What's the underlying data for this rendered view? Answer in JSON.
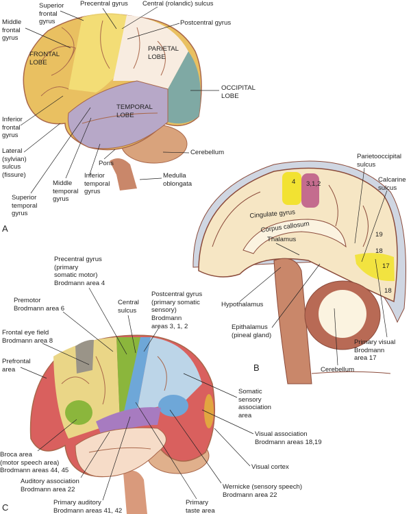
{
  "panel_a": {
    "letter": "A",
    "labels": {
      "superior_frontal_gyrus": "Superior\nfrontal\ngyrus",
      "precentral_gyrus": "Precentral gyrus",
      "central_sulcus": "Central (rolandic) sulcus",
      "middle_frontal_gyrus": "Middle\nfrontal\ngyrus",
      "postcentral_gyrus": "Postcentral gyrus",
      "frontal_lobe": "FRONTAL\nLOBE",
      "parietal_lobe": "PARIETAL\nLOBE",
      "occipital_lobe": "OCCIPITAL\nLOBE",
      "temporal_lobe": "TEMPORAL\nLOBE",
      "inferior_frontal_gyrus": "Inferior\nfrontal\ngyrus",
      "lateral_sulcus": "Lateral\n(sylvian)\nsulcus\n(fissure)",
      "cerebellum": "Cerebellum",
      "pons": "Pons",
      "medulla": "Medulla\noblongata",
      "inferior_temporal_gyrus": "Inferior\ntemporal\ngyrus",
      "middle_temporal_gyrus": "Middle\ntemporal\ngyrus",
      "superior_temporal_gyrus": "Superior\ntemporal\ngyrus"
    }
  },
  "panel_b": {
    "letter": "B",
    "labels": {
      "parietooccipital_sulcus": "Parietooccipital\nsulcus",
      "calcarine_sulcus": "Calcarine\nsulcus",
      "area_4": "4",
      "area_312": "3,1,2",
      "cingulate_gyrus": "Cingulate gyrus",
      "corpus_callosum": "Corpus callosum",
      "thalamus": "Thalamus",
      "area_19": "19",
      "area_18_upper": "18",
      "area_17": "17",
      "area_18_lower": "18",
      "hypothalamus": "Hypothalamus",
      "epithalamus": "Epithalamus\n(pineal gland)",
      "primary_visual": "Primary visual\nBrodmann\narea 17",
      "cerebellum": "Cerebellum"
    }
  },
  "panel_c": {
    "letter": "C",
    "labels": {
      "precentral": "Precentral gyrus\n(primary\nsomatic motor)\nBrodmann area 4",
      "premotor": "Premotor\nBrodmann area 6",
      "central_sulcus": "Central\nsulcus",
      "postcentral": "Postcentral gyrus\n(primary somatic\nsensory)\nBrodmann\nareas 3, 1, 2",
      "frontal_eye_field": "Frontal eye field\nBrodmann area 8",
      "prefrontal": "Prefrontal\narea",
      "somatic_association": "Somatic\nsensory\nassociation\narea",
      "visual_association": "Visual association\nBrodmann areas 18,19",
      "broca": "Broca area\n(motor speech area)\nBrodmann areas 44, 45",
      "visual_cortex": "Visual cortex",
      "auditory_association": "Auditory association\nBrodmann area 22",
      "wernicke": "Wernicke (sensory speech)\nBrodmann area 22",
      "primary_auditory": "Primary auditory\nBrodmann areas 41, 42",
      "primary_taste": "Primary\ntaste area"
    }
  },
  "colors": {
    "frontal": "#e9c061",
    "precentral": "#f4e27a",
    "parietal": "#f8ece0",
    "occipital": "#7fa9a4",
    "temporal": "#b7a8c8",
    "brainstem": "#c9876a",
    "medial": "#f6e6c4",
    "area4": "#f2e232",
    "area312": "#c46c8e",
    "prefrontal": "#d9605e",
    "motor_green": "#8bb63c",
    "sensory_blue": "#8fbde0",
    "auditory_purple": "#a77bc0"
  }
}
